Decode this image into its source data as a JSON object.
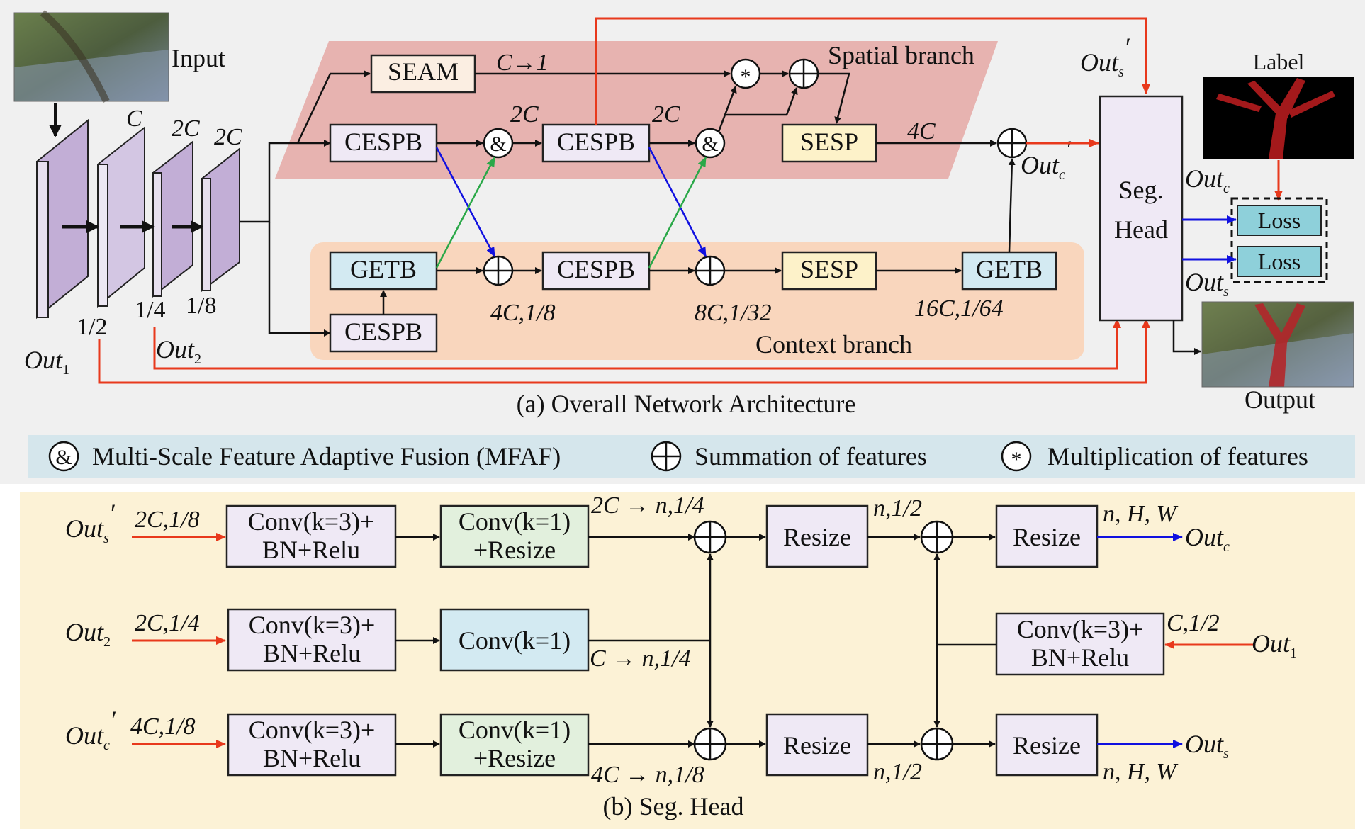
{
  "part_a": {
    "caption": "(a) Overall Network Architecture",
    "input_label": "Input",
    "output_label": "Output",
    "label_label": "Label",
    "spatial_branch_label": "Spatial branch",
    "context_branch_label": "Context branch",
    "stage_channels": [
      "C",
      "2C",
      "2C"
    ],
    "stage_scales": [
      "1/2",
      "1/4",
      "1/8"
    ],
    "out1": "Out",
    "out1_sub": "1",
    "out2": "Out",
    "out2_sub": "2",
    "outs_prime": "Out",
    "outs_prime_sub": "s",
    "outs_prime_mark": "′",
    "outc_prime": "Out",
    "outc_prime_sub": "c",
    "outc_prime_mark": "′",
    "outc": "Out",
    "outc_sub": "c",
    "outs": "Out",
    "outs_sub": "s",
    "blocks": {
      "seam": "SEAM",
      "cespb1": "CESPB",
      "cespb2": "CESPB",
      "cespb3": "CESPB",
      "cespb4": "CESPB",
      "getb1": "GETB",
      "getb2": "GETB",
      "sesp1": "SESP",
      "sesp2": "SESP",
      "seg_head_line1": "Seg.",
      "seg_head_line2": "Head",
      "loss1": "Loss",
      "loss2": "Loss"
    },
    "annotations": {
      "c_to_1": "C→1",
      "twoC_a": "2C",
      "twoC_b": "2C",
      "fourC": "4C",
      "ctx1": "4C,1/8",
      "ctx2": "8C,1/32",
      "ctx3": "16C,1/64"
    },
    "symbols": {
      "mfaf": "&",
      "mult": "*"
    }
  },
  "legend": {
    "mfaf_symbol": "&",
    "mfaf": "Multi-Scale Feature Adaptive Fusion (MFAF)",
    "sum": "Summation of features",
    "mult_symbol": "*",
    "mult": "Multiplication of features"
  },
  "part_b": {
    "caption": "(b) Seg. Head",
    "rows": [
      {
        "input": "Out",
        "input_sub": "s",
        "input_mark": "′",
        "dims": "2C,1/8",
        "conv3_l1": "Conv(k=3)+",
        "conv3_l2": "BN+Relu",
        "conv1_l1": "Conv(k=1)",
        "conv1_l2": "+Resize",
        "out_note": "2C → n,1/4"
      },
      {
        "input": "Out",
        "input_sub": "2",
        "dims": "2C,1/4",
        "conv3_l1": "Conv(k=3)+",
        "conv3_l2": "BN+Relu",
        "conv1_l1": "Conv(k=1)",
        "out_note": "C → n,1/4"
      },
      {
        "input": "Out",
        "input_sub": "c",
        "input_mark": "′",
        "dims": "4C,1/8",
        "conv3_l1": "Conv(k=3)+",
        "conv3_l2": "BN+Relu",
        "conv1_l1": "Conv(k=1)",
        "conv1_l2": "+Resize",
        "out_note": "4C → n,1/8"
      }
    ],
    "resize": "Resize",
    "top_mid": "n,1/2",
    "bot_mid": "n,1/2",
    "top_final": "n, H, W",
    "bot_final": "n, H, W",
    "outc": "Out",
    "outc_sub": "c",
    "outs": "Out",
    "outs_sub": "s",
    "out1": "Out",
    "out1_sub": "1",
    "out1_conv_l1": "Conv(k=3)+",
    "out1_conv_l2": "BN+Relu",
    "out1_dims": "C,1/2"
  },
  "colors": {
    "panel_a": "#f0f0f0",
    "spatial": "#e7b3b0",
    "context": "#f9d6bd",
    "legend": "#d5e6ec",
    "panel_b": "#fcf2d6",
    "cespb": "#efe9f5",
    "getb": "#d3eaf2",
    "sesp": "#fdf2c9",
    "seam": "#fbeee2",
    "conv1": "#e2f0dd",
    "loss": "#8ed0da",
    "red": "#e8391c",
    "blue": "#1010e0",
    "green": "#2aa848"
  }
}
